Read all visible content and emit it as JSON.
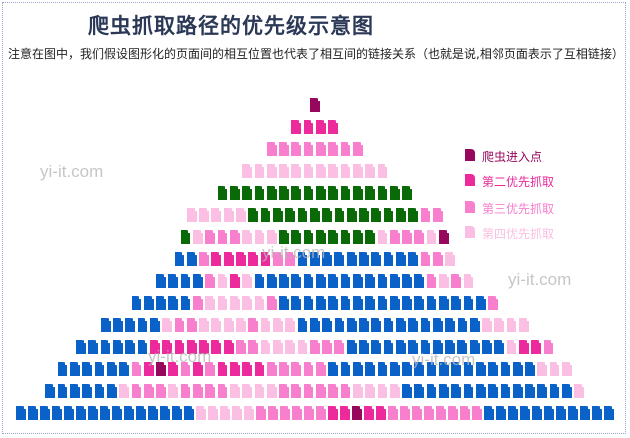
{
  "title": "爬虫抓取路径的优先级示意图",
  "description": "注意在图中，我们假设图形化的页面间的相互位置也代表了相互间的链接关系（也就是说,相邻页面表示了互相链接）",
  "colors": {
    "entry": "#97075e",
    "second": "#ec2a9c",
    "third": "#f77fcd",
    "fourth": "#fbbfe3",
    "fifth": "#0a62c9",
    "sixth": "#0b6a08"
  },
  "legend": [
    {
      "label": "爬虫进入点",
      "color": "#97075e"
    },
    {
      "label": "第二优先抓取",
      "color": "#ec2a9c"
    },
    {
      "label": "第三优先抓取",
      "color": "#f77fcd"
    },
    {
      "label": "第四优先抓取",
      "color": "#fbbfe3"
    }
  ],
  "watermark": "yi-it.com",
  "pyramid_rows": [
    "M",
    "PPPP",
    "TTTTTTTT",
    "QQQQQQQQQQQQ",
    "GGGGGGGGGGGGGGGG",
    "QQQQQGGGGGGGGGGGGGGTT",
    "GQTTTQQQGGGGGGGGQTTTQM",
    "BBTPPPPPTTBBBBBBBBBBTTQ",
    "BBBBTQPQBBBBBBBBBBBBBBTQTQ",
    "BBBBBTQQQQQTBBBBBBBBBBBBBBBBBT",
    "BBBBBQTTQQQQTQQQBBBBBBBBBBBBBBBQQQQ",
    "BBBBBBPPPPPPPTTQQQQTTTBBBBBBBBBBBBBQPPT",
    "BBBBBBTPMPTPTPPPPTTTTTBBBBBBBBBBBBBBBBBQQQ",
    "BBBBBBQTTTQTTTTQQQQTTTTTTQQQQBBBBBBBBBBBBBBQ",
    "BBBBBBBBBBBBBBBQQQQQTTTTTTPPMPPTTTTTTTTBBBBBBBBBBB"
  ]
}
